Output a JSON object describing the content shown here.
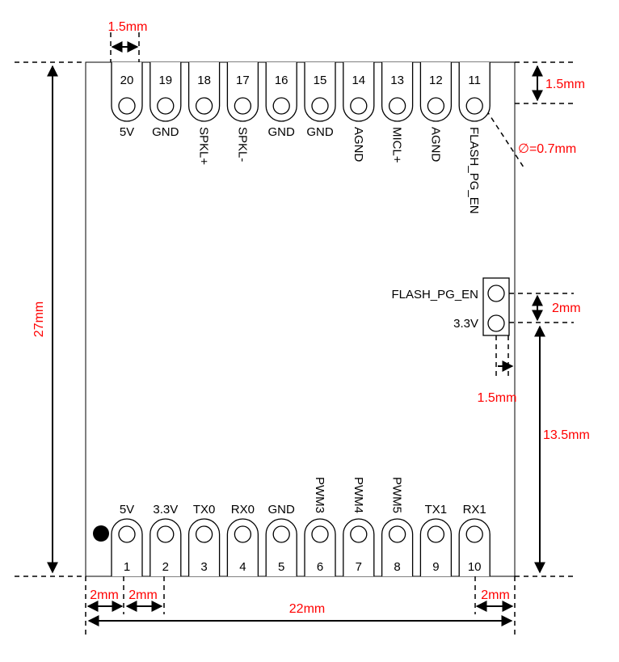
{
  "colors": {
    "dimension": "#ff0000",
    "line": "#000000"
  },
  "top_pins": [
    {
      "num": "20",
      "label": "5V"
    },
    {
      "num": "19",
      "label": "GND"
    },
    {
      "num": "18",
      "label": "SPKL+"
    },
    {
      "num": "17",
      "label": "SPKL-"
    },
    {
      "num": "16",
      "label": "GND"
    },
    {
      "num": "15",
      "label": "GND"
    },
    {
      "num": "14",
      "label": "AGND"
    },
    {
      "num": "13",
      "label": "MICL+"
    },
    {
      "num": "12",
      "label": "AGND"
    },
    {
      "num": "11",
      "label": "FLASH_PG_EN"
    }
  ],
  "bottom_pins": [
    {
      "num": "1",
      "label": "5V"
    },
    {
      "num": "2",
      "label": "3.3V"
    },
    {
      "num": "3",
      "label": "TX0"
    },
    {
      "num": "4",
      "label": "RX0"
    },
    {
      "num": "5",
      "label": "GND"
    },
    {
      "num": "6",
      "label": "PWM3"
    },
    {
      "num": "7",
      "label": "PWM4"
    },
    {
      "num": "8",
      "label": "PWM5"
    },
    {
      "num": "9",
      "label": "TX1"
    },
    {
      "num": "10",
      "label": "RX1"
    }
  ],
  "side_pins": [
    {
      "label": "FLASH_PG_EN"
    },
    {
      "label": "3.3V"
    }
  ],
  "dimensions": {
    "top_pitch": "1.5mm",
    "top_right": "1.5mm",
    "hole_diameter": "∅=0.7mm",
    "height": "27mm",
    "side_pitch": "2mm",
    "side_offset": "1.5mm",
    "side_to_bottom": "13.5mm",
    "bottom_left_edge": "2mm",
    "bottom_pitch": "2mm",
    "bottom_right_edge": "2mm",
    "width": "22mm"
  }
}
